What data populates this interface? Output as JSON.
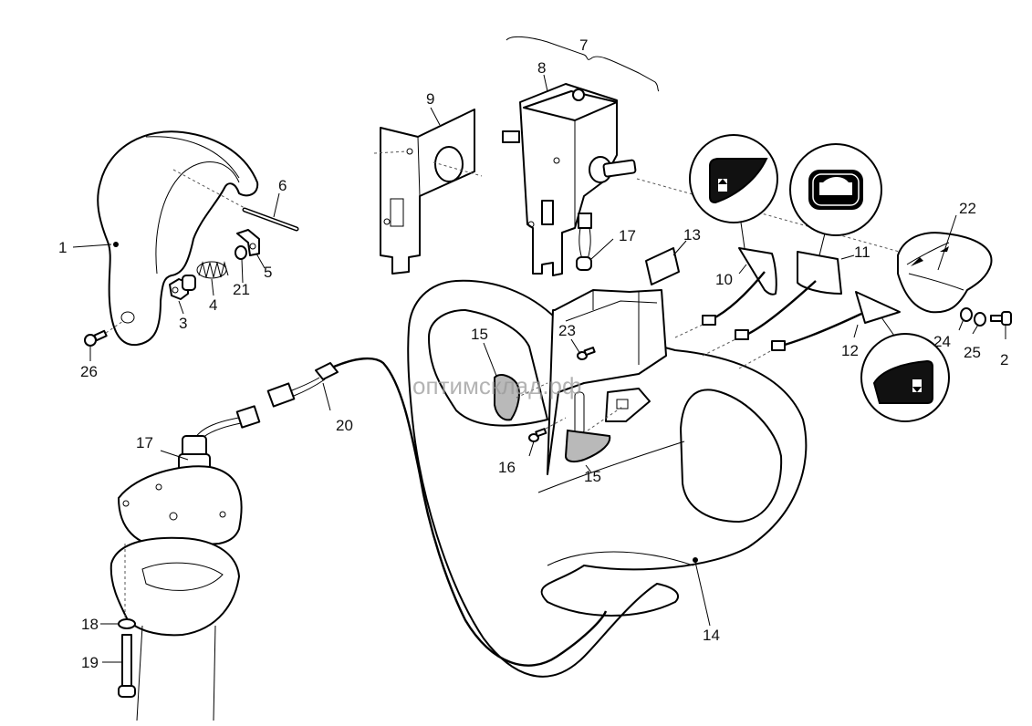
{
  "diagram": {
    "title": "Exploded view: steering handle / control head assembly",
    "watermark": "оптимсклад.рф",
    "callouts": [
      {
        "id": "c1",
        "label": "1"
      },
      {
        "id": "c2",
        "label": "2"
      },
      {
        "id": "c3",
        "label": "3"
      },
      {
        "id": "c4",
        "label": "4"
      },
      {
        "id": "c5",
        "label": "5"
      },
      {
        "id": "c6",
        "label": "6"
      },
      {
        "id": "c7",
        "label": "7"
      },
      {
        "id": "c8",
        "label": "8"
      },
      {
        "id": "c9",
        "label": "9"
      },
      {
        "id": "c10",
        "label": "10"
      },
      {
        "id": "c11",
        "label": "11"
      },
      {
        "id": "c12",
        "label": "12"
      },
      {
        "id": "c13",
        "label": "13"
      },
      {
        "id": "c14",
        "label": "14"
      },
      {
        "id": "c15a",
        "label": "15"
      },
      {
        "id": "c15b",
        "label": "15"
      },
      {
        "id": "c16",
        "label": "16"
      },
      {
        "id": "c17a",
        "label": "17"
      },
      {
        "id": "c17b",
        "label": "17"
      },
      {
        "id": "c18",
        "label": "18"
      },
      {
        "id": "c19",
        "label": "19"
      },
      {
        "id": "c20",
        "label": "20"
      },
      {
        "id": "c21",
        "label": "21"
      },
      {
        "id": "c22",
        "label": "22"
      },
      {
        "id": "c23",
        "label": "23"
      },
      {
        "id": "c24",
        "label": "24"
      },
      {
        "id": "c25",
        "label": "25"
      },
      {
        "id": "c26",
        "label": "26"
      }
    ],
    "symbols": [
      {
        "name": "lift-up-symbol",
        "for_part": "10"
      },
      {
        "name": "horn-symbol",
        "for_part": "11"
      },
      {
        "name": "lower-down-symbol",
        "for_part": "12"
      }
    ]
  },
  "colors": {
    "line": "#000000",
    "fill_grey": "#b9b9b9",
    "watermark": "#9a9a9a",
    "background": "#ffffff"
  }
}
